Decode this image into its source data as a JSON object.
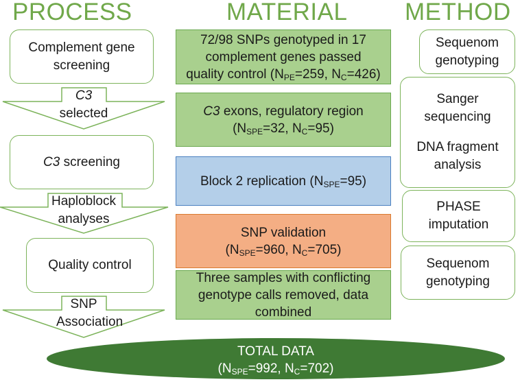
{
  "headings": {
    "process": "PROCESS",
    "material": "MATERIAL",
    "method": "METHOD"
  },
  "process": {
    "complement_screening": "Complement gene screening",
    "c3_italic": "C3",
    "c3_selected": "selected",
    "c3_screening_rest": " screening",
    "haploblock": "Haploblock analyses",
    "quality_control": "Quality control",
    "snp_association": "SNP Association"
  },
  "material": {
    "box1": {
      "line1": "72/98 SNPs genotyped in 17",
      "line2": "complement genes passed",
      "line3_pre": "quality control (N",
      "line3_sub1": "PE",
      "line3_mid": "=259, N",
      "line3_sub2": "C",
      "line3_post": "=426)"
    },
    "box2": {
      "line1_italic": "C3",
      "line1_rest": " exons, regulatory region",
      "line2_pre": "(N",
      "line2_sub1": "SPE",
      "line2_mid": "=32, N",
      "line2_sub2": "C",
      "line2_post": "=95)"
    },
    "box3": {
      "pre": "Block 2 replication (N",
      "sub": "SPE",
      "post": "=95)"
    },
    "box4": {
      "line1": "SNP validation",
      "line2_pre": "(N",
      "line2_sub1": "SPE",
      "line2_mid": "=960, N",
      "line2_sub2": "C",
      "line2_post": "=705)"
    },
    "box5": {
      "line1": "Three samples with conflicting",
      "line2": "genotype calls removed, data",
      "line3": "combined"
    }
  },
  "method": {
    "m1": "Sequenom genotyping",
    "m2a": "Sanger sequencing",
    "m2b": "DNA fragment analysis",
    "m3": "PHASE imputation",
    "m4": "Sequenom genotyping"
  },
  "total": {
    "title": "TOTAL DATA",
    "pre": "(N",
    "sub1": "SPE",
    "mid": "=992, N",
    "sub2": "C",
    "post": "=702)"
  },
  "colors": {
    "heading": "#70a84a",
    "green": "#a9d08e",
    "blue": "#b4cfe9",
    "orange": "#f4ae84",
    "ellipse": "#3f7a34"
  }
}
